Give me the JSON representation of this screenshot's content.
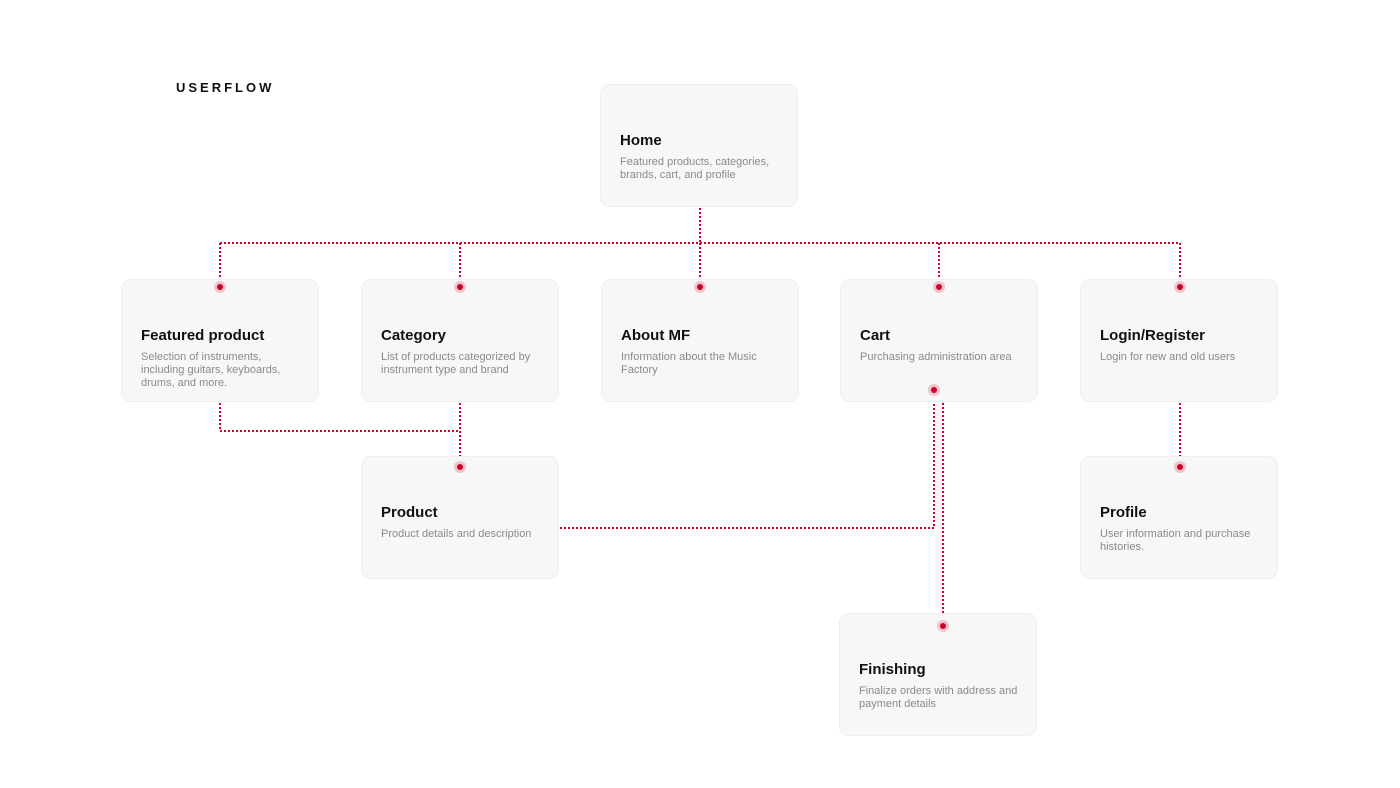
{
  "page_label": "USERFLOW",
  "accent_color": "#d4002a",
  "nodes": [
    {
      "id": "home",
      "title": "Home",
      "desc": "Featured products, categories, brands, cart, and profile"
    },
    {
      "id": "featured",
      "title": "Featured product",
      "desc": "Selection of instruments, including guitars, keyboards, drums, and more."
    },
    {
      "id": "category",
      "title": "Category",
      "desc": "List of products categorized by instrument type and brand"
    },
    {
      "id": "about",
      "title": "About MF",
      "desc": "Information about the Music Factory"
    },
    {
      "id": "cart",
      "title": "Cart",
      "desc": "Purchasing administration area"
    },
    {
      "id": "login",
      "title": "Login/Register",
      "desc": "Login for new and old users"
    },
    {
      "id": "product",
      "title": "Product",
      "desc": "Product details and description"
    },
    {
      "id": "profile",
      "title": "Profile",
      "desc": "User information and purchase histories."
    },
    {
      "id": "finishing",
      "title": "Finishing",
      "desc": "Finalize orders with address and payment details"
    }
  ],
  "edges": [
    {
      "from": "home",
      "to": "featured"
    },
    {
      "from": "home",
      "to": "category"
    },
    {
      "from": "home",
      "to": "about"
    },
    {
      "from": "home",
      "to": "cart"
    },
    {
      "from": "home",
      "to": "login"
    },
    {
      "from": "featured",
      "to": "product"
    },
    {
      "from": "category",
      "to": "product"
    },
    {
      "from": "product",
      "to": "cart"
    },
    {
      "from": "cart",
      "to": "finishing"
    },
    {
      "from": "login",
      "to": "profile"
    }
  ]
}
